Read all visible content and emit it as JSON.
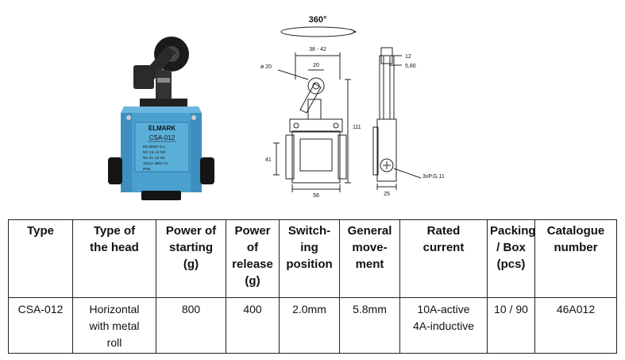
{
  "product_photo": {
    "brand": "ELMARK",
    "model": "CSA-012",
    "label_lines": [
      "EN 60947-5-1",
      "NO 13..14 NO",
      "NC 21..22 NC",
      "10(4)A 380V AC",
      "IP65"
    ]
  },
  "drawing": {
    "rotation": "360°",
    "dim_38_42": "38 - 42",
    "dim_20": "20",
    "dim_dia20": "ø 20",
    "dim_111": "111",
    "dim_41": "41",
    "dim_58": "58",
    "dim_12": "12",
    "dim_580": "5,80",
    "dim_25": "25",
    "thread": "3xP.G.11"
  },
  "table": {
    "headers": [
      "Type",
      "Type of\nthe head",
      "Power of\nstarting\n(g)",
      "Power\nof\nrelease\n(g)",
      "Switch-\ning\nposition",
      "General\nmove-\nment",
      "Rated\ncurrent",
      "Packing\n/ Box\n(pcs)",
      "Catalogue\nnumber"
    ],
    "row": [
      "CSA-012",
      "Horizontal\nwith metal\nroll",
      "800",
      "400",
      "2.0mm",
      "5.8mm",
      "10A-active\n4A-inductive",
      "10 / 90",
      "46A012"
    ]
  },
  "colors": {
    "body_blue": "#4aa0cf",
    "body_dark_blue": "#2f7fb0",
    "black": "#141414",
    "border": "#222222"
  }
}
